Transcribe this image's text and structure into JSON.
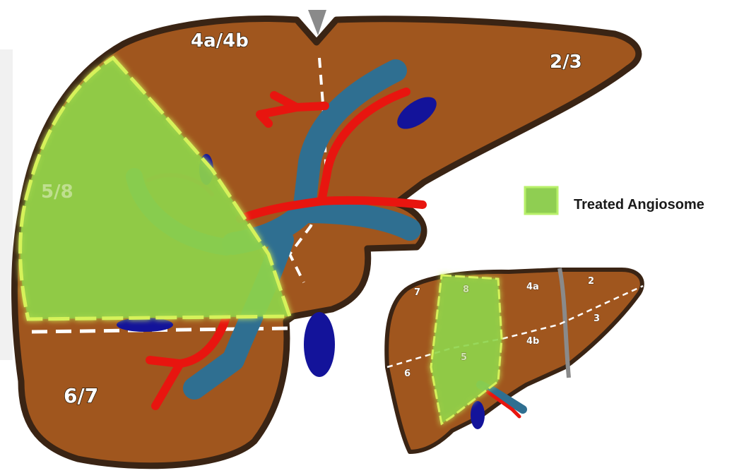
{
  "main_liver": {
    "segments": {
      "seg_4a4b": "4a/4b",
      "seg_23": "2/3",
      "seg_58": "5/8",
      "seg_67": "6/7"
    }
  },
  "small_liver": {
    "segments": {
      "s7": "7",
      "s8": "8",
      "s4a": "4a",
      "s2": "2",
      "s3": "3",
      "s4b": "4b",
      "s5": "5",
      "s6": "6"
    }
  },
  "legend": {
    "label": "Treated Angiosome",
    "swatch_color": "#8fce52"
  },
  "colors": {
    "liver": "#a0561e",
    "liver_outline": "#3a2414",
    "portal_vein": "#2f6f91",
    "artery": "#e8150f",
    "bile_duct": "#13139a",
    "treated": "#8fd44a",
    "ligament": "#8a8a8a"
  }
}
